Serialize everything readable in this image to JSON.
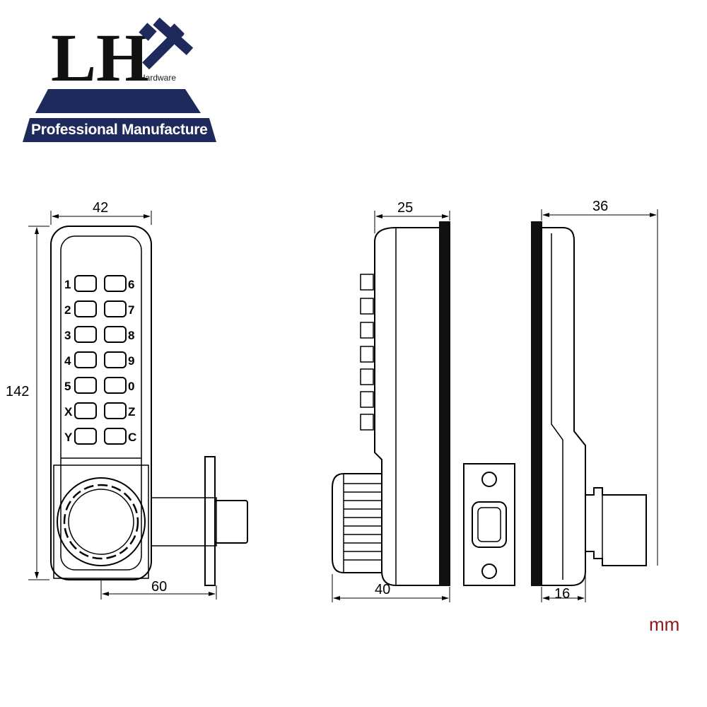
{
  "logo": {
    "brand": "LH",
    "sub": "Hardware",
    "tagline": "Professional Manufacture",
    "colors": {
      "navy": "#1e2a5c",
      "black": "#111111"
    }
  },
  "dimensions": {
    "front_width": "42",
    "front_height": "142",
    "bolt_length": "60",
    "side_depth": "25",
    "side_knob_depth": "40",
    "rear_depth": "36",
    "rear_base": "16"
  },
  "keypad": {
    "left_labels": [
      "1",
      "2",
      "3",
      "4",
      "5",
      "X",
      "Y"
    ],
    "right_labels": [
      "6",
      "7",
      "8",
      "9",
      "0",
      "Z",
      "C"
    ]
  },
  "unit": "mm"
}
